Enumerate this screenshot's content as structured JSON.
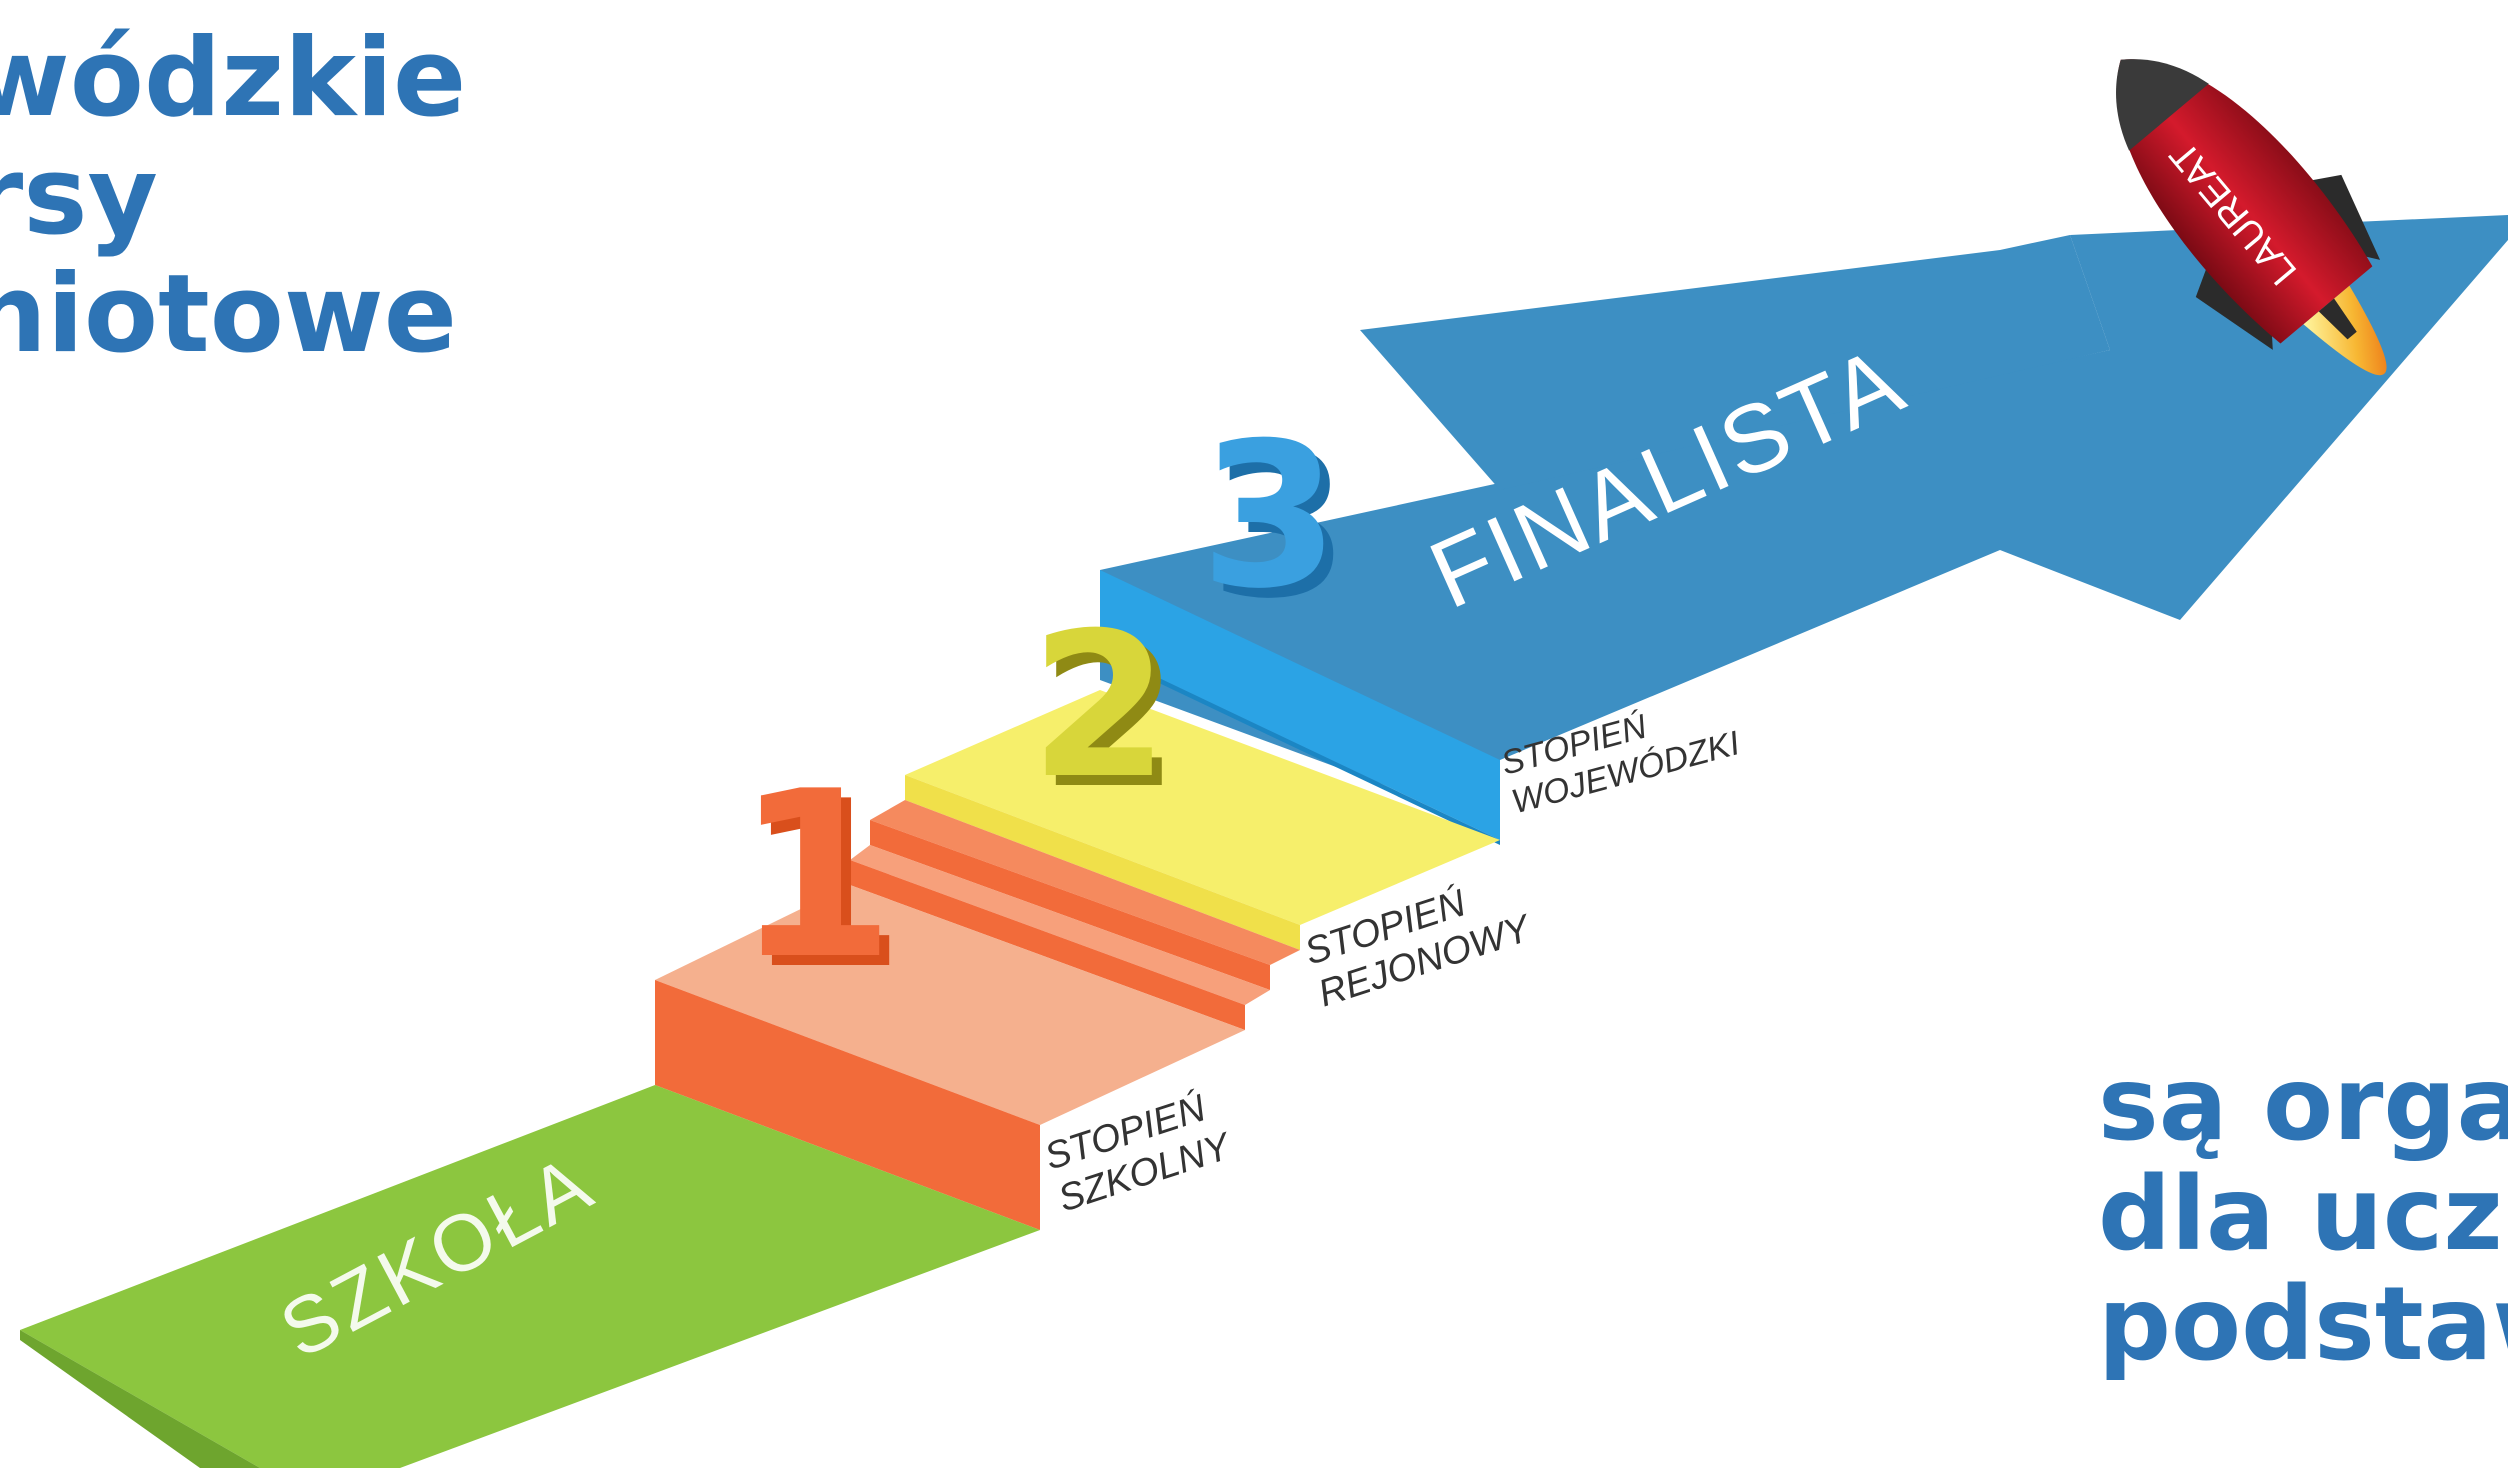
{
  "header_lines": [
    "wódzkie",
    "rsy",
    "niotowe"
  ],
  "footer_lines": [
    "są organ",
    "dla uczn",
    "podstaw"
  ],
  "diagram": {
    "start_label": "SZKOŁA",
    "step1_line1": "STOPIEŃ",
    "step1_line2": "SZKOLNY",
    "step2_line1": "STOPIEŃ",
    "step2_line2": "REJONOWY",
    "step3_line1": "STOPIEŃ",
    "step3_line2": "WOJEWÓDZKI",
    "arrow_label": "FINALISTA",
    "rocket_label": "LAUREAT",
    "numbers": [
      "1",
      "2",
      "3"
    ]
  },
  "colors": {
    "heading_text": "#2e74b5",
    "szkola_green": "#8cc63f",
    "step1_orange": "#f26b3a",
    "step2_yellow": "#f5f06a",
    "step3_blue": "#2a9fe0",
    "arrow_blue": "#3d8fc3",
    "rocket_red": "#c8102e"
  }
}
